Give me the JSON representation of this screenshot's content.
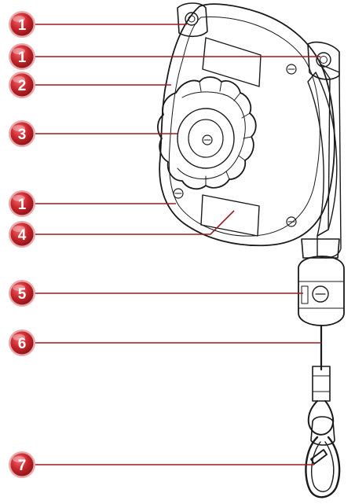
{
  "colors": {
    "badge_fill": "#c8262c",
    "badge_ring": "#e9a7a9",
    "leader_line": "#9b1c22",
    "ink": "#1a1a1a"
  },
  "callouts": [
    {
      "id": "a",
      "label": "1"
    },
    {
      "id": "b",
      "label": "1"
    },
    {
      "id": "c",
      "label": "2"
    },
    {
      "id": "d",
      "label": "3"
    },
    {
      "id": "e",
      "label": "1"
    },
    {
      "id": "f",
      "label": "4"
    },
    {
      "id": "g",
      "label": "5"
    },
    {
      "id": "h",
      "label": "6"
    },
    {
      "id": "i",
      "label": "7"
    }
  ]
}
